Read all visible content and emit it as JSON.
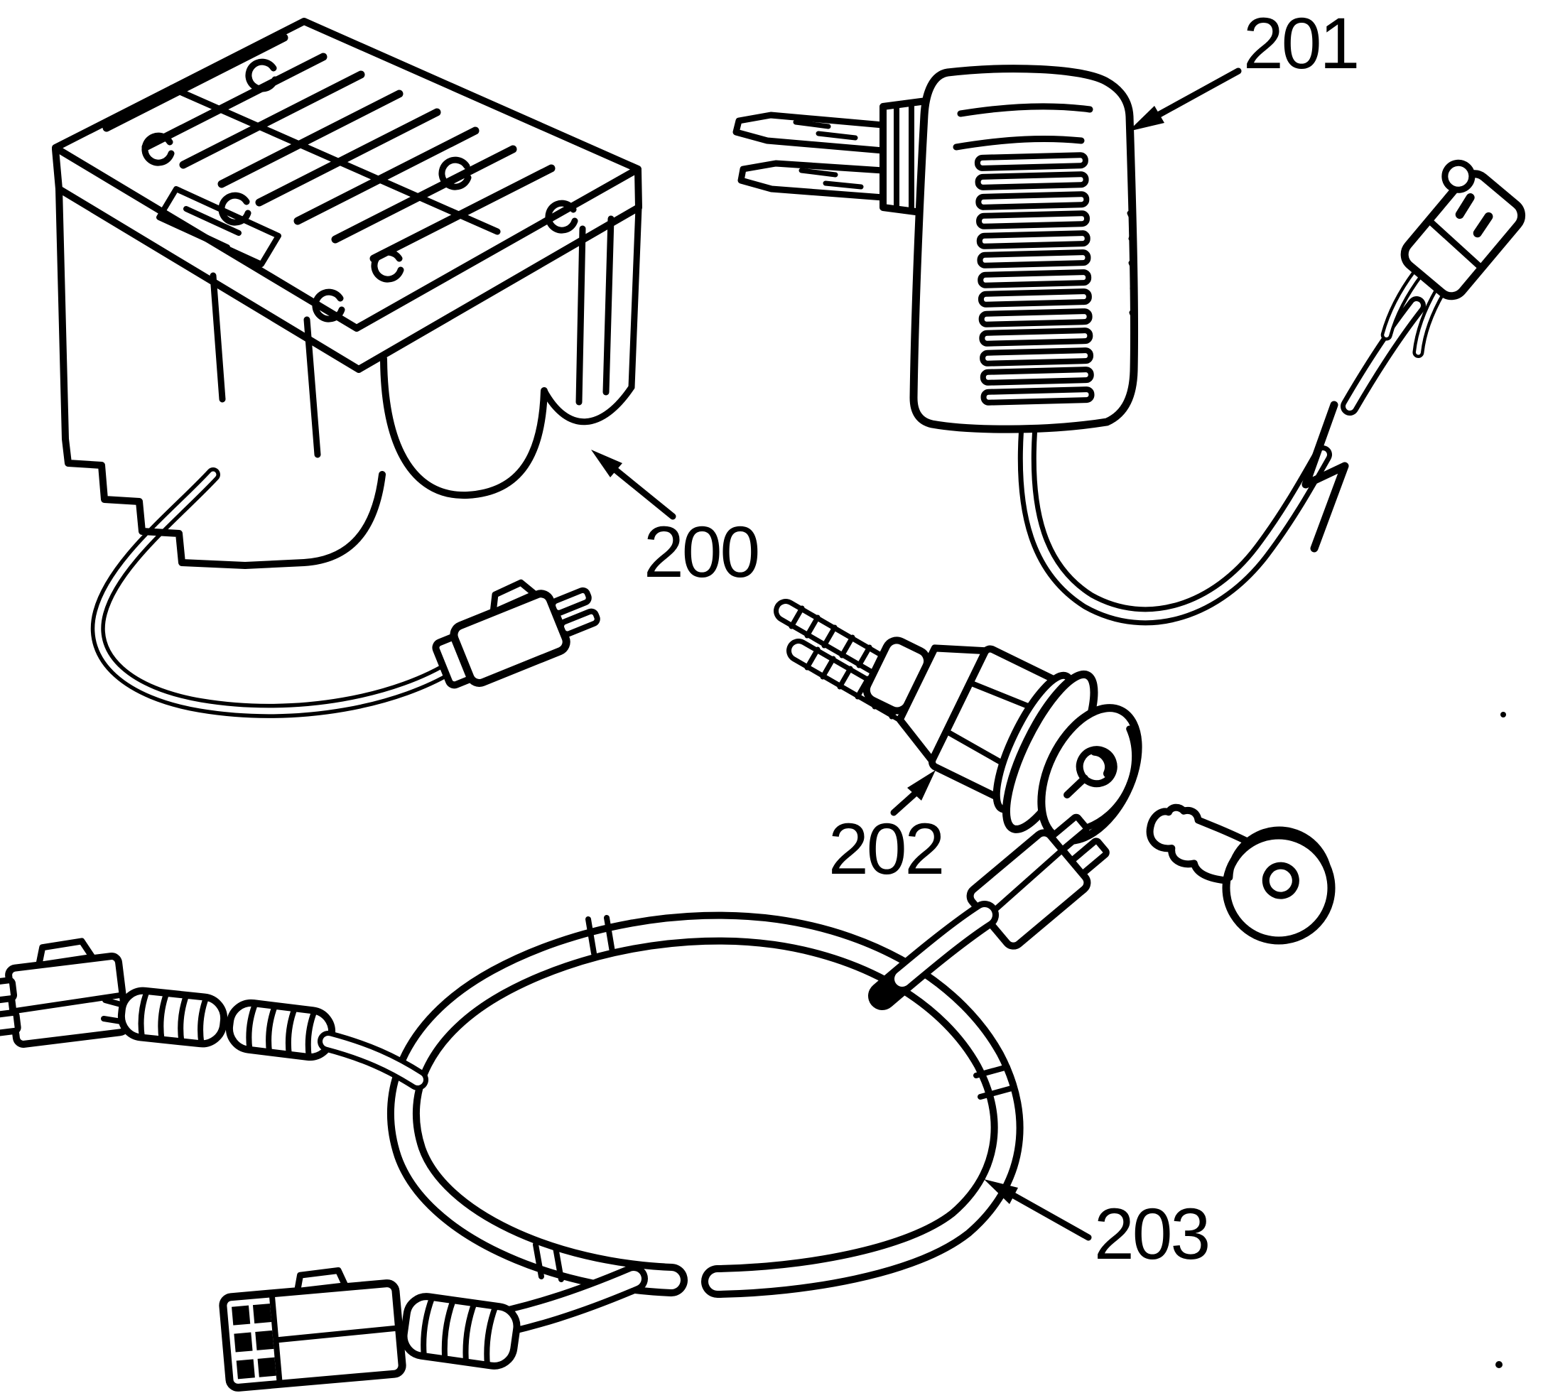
{
  "figure": {
    "background_color": "#ffffff",
    "ink_color": "#000000",
    "callouts": [
      {
        "label": "200",
        "part": "battery-pack"
      },
      {
        "label": "201",
        "part": "plug-in-charger"
      },
      {
        "label": "202",
        "part": "key-switch"
      },
      {
        "label": "203",
        "part": "wiring-harness-loop"
      }
    ],
    "unlabeled_parts": [
      "key"
    ]
  }
}
